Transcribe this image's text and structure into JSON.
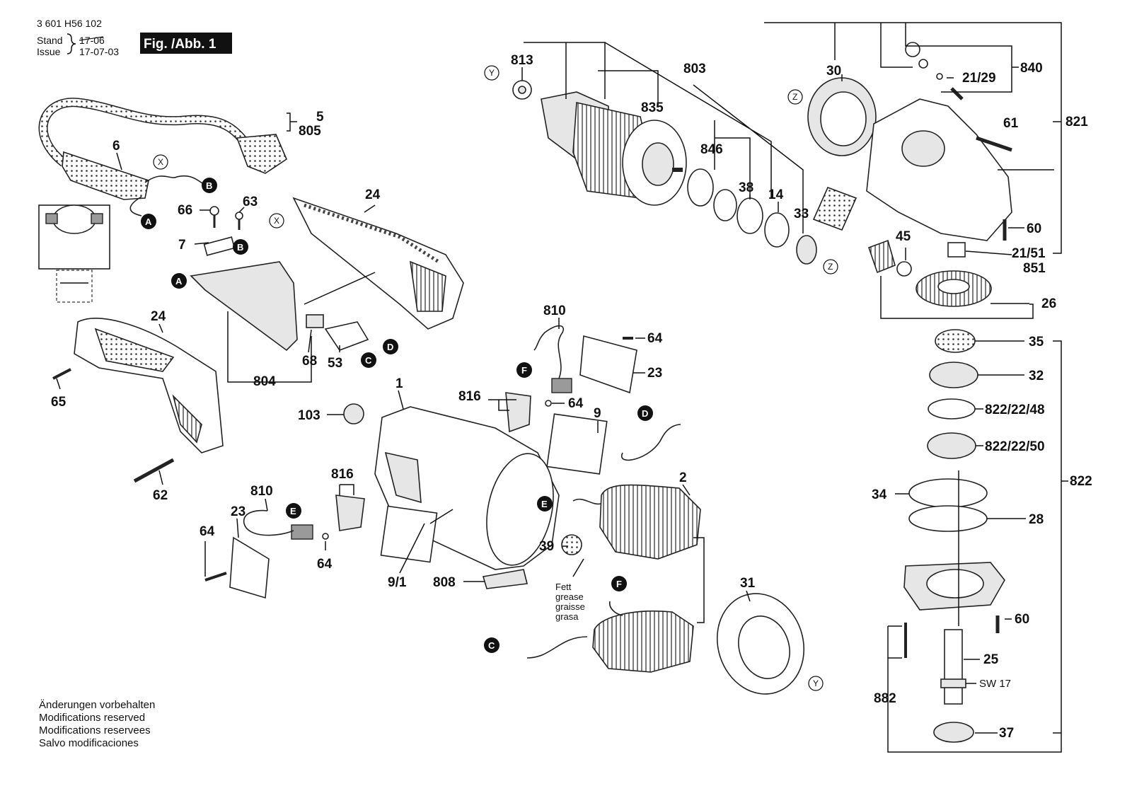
{
  "header": {
    "drawing_number": "3 601 H56 102",
    "stand_label": "Stand",
    "stand_date": "17-06",
    "issue_label": "Issue",
    "issue_date": "17-07-03",
    "figure_label": "Fig. /Abb. 1"
  },
  "footer_notes": [
    "Änderungen vorbehalten",
    "Modifications reserved",
    "Modifications reservees",
    "Salvo modificaciones"
  ],
  "grease_note": [
    "Fett",
    "grease",
    "graisse",
    "grasa"
  ],
  "wrench_size": "SW 17",
  "connection_refs": {
    "a": "A",
    "b": "B",
    "c": "C",
    "d": "D",
    "e": "E",
    "f": "F"
  },
  "assembly_refs": {
    "x": "X",
    "y": "Y",
    "z": "Z"
  },
  "part_numbers": {
    "p1": "1",
    "p2": "2",
    "p5": "5",
    "p6": "6",
    "p7": "7",
    "p9": "9",
    "p9_1": "9/1",
    "p14": "14",
    "p21_29": "21/29",
    "p21_51": "21/51",
    "p23a": "23",
    "p23b": "23",
    "p24a": "24",
    "p24b": "24",
    "p25": "25",
    "p26": "26",
    "p28": "28",
    "p30": "30",
    "p31": "31",
    "p32": "32",
    "p33": "33",
    "p34": "34",
    "p35": "35",
    "p37": "37",
    "p38": "38",
    "p39": "39",
    "p45": "45",
    "p53": "53",
    "p60a": "60",
    "p60b": "60",
    "p61": "61",
    "p62": "62",
    "p63": "63",
    "p64a": "64",
    "p64b": "64",
    "p64c": "64",
    "p64d": "64",
    "p65": "65",
    "p66": "66",
    "p68": "68",
    "p103": "103",
    "p803": "803",
    "p804": "804",
    "p805": "805",
    "p808": "808",
    "p810a": "810",
    "p810b": "810",
    "p813": "813",
    "p816a": "816",
    "p816b": "816",
    "p821": "821",
    "p822": "822",
    "p822_22_48": "822/22/48",
    "p822_22_50": "822/22/50",
    "p835": "835",
    "p840": "840",
    "p846": "846",
    "p851": "851",
    "p882": "882"
  }
}
